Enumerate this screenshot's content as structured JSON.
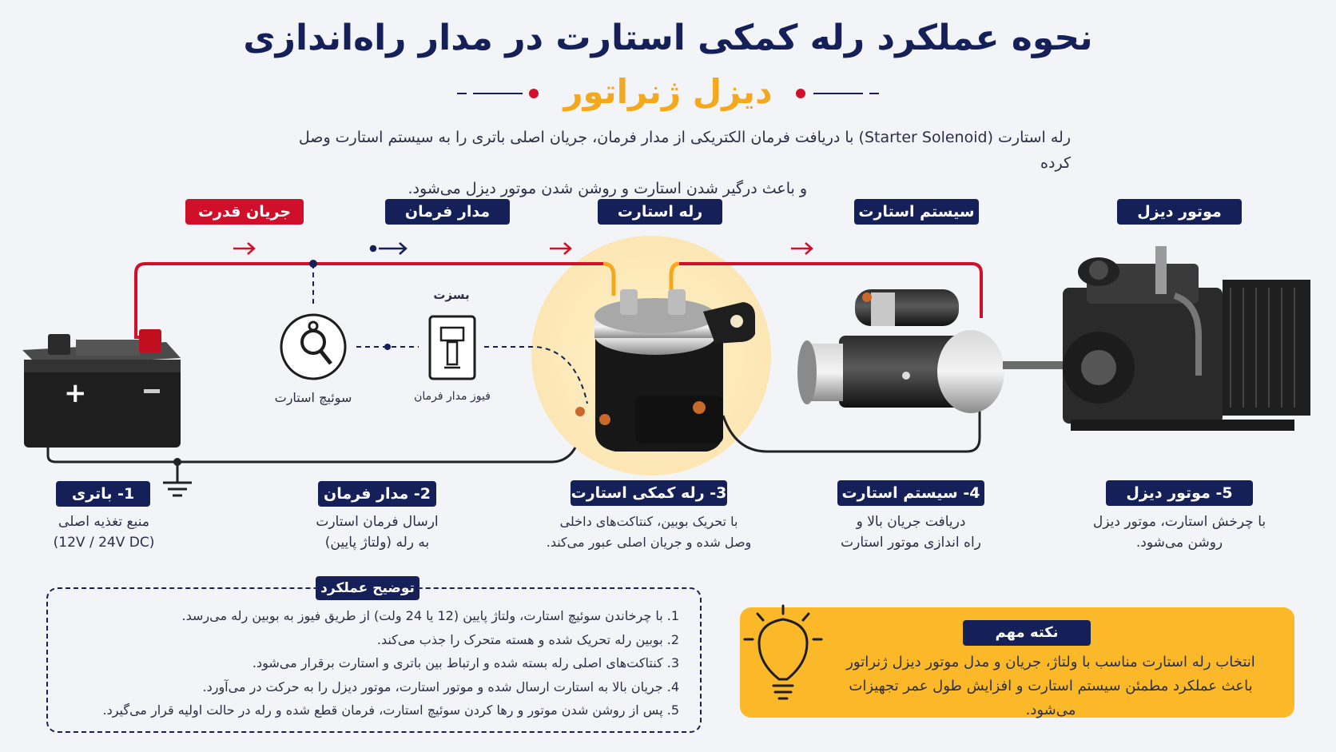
{
  "header": {
    "title": "نحوه عملکرد رله کمکی استارت در مدار راه‌اندازی",
    "subtitle": "دیزل ژنراتور",
    "intro_line1": "رله استارت (Starter Solenoid) با دریافت فرمان الکتریکی از مدار فرمان، جریان اصلی باتری را به سیستم استارت وصل کرده",
    "intro_line2": "و باعث درگیر شدن استارت و روشن شدن موتور دیزل می‌شود."
  },
  "top_labels": {
    "power": "جریان قدرت",
    "control": "مدار فرمان",
    "relay": "رله استارت",
    "starter": "سیستم استارت",
    "engine": "موتور دیزل"
  },
  "diagram": {
    "switch_label": "سوئیچ استارت",
    "fuse_label": "فیوز مدار فرمان",
    "fuse_top": "بسزت"
  },
  "components": [
    {
      "badge": "1- باتری",
      "line1": "منبع تغذیه اصلی",
      "line2": "(12V / 24V DC)"
    },
    {
      "badge": "2- مدار فرمان",
      "line1": "ارسال فرمان استارت",
      "line2": "به رله (ولتاژ پایین)"
    },
    {
      "badge": "3- رله کمکی استارت",
      "line1": "با تحریک بوبین، کنتاکت‌های داخلی",
      "line2": "وصل شده و جریان اصلی عبور می‌کند."
    },
    {
      "badge": "4- سیستم استارت",
      "line1": "دریافت جریان بالا و",
      "line2": "راه اندازی موتور استارت"
    },
    {
      "badge": "5- موتور دیزل",
      "line1": "با چرخش استارت، موتور دیزل",
      "line2": "روشن می‌شود."
    }
  ],
  "explanation": {
    "title": "توضیح عملکرد",
    "steps": [
      "1.  با چرخاندن سوئیچ استارت، ولتاژ پایین (12 یا 24 ولت) از طریق فیوز به بوبین رله می‌رسد.",
      "2.  بوبین رله تحریک شده و هسته متحرک را جذب می‌کند.",
      "3.  کنتاکت‌های اصلی رله بسته شده و ارتباط بین باتری و استارت برقرار می‌شود.",
      "4.  جریان بالا به استارت ارسال شده و موتور استارت، موتور دیزل را به حرکت در می‌آورد.",
      "5.  پس از روشن شدن موتور و رها کردن سوئیچ استارت، فرمان قطع شده و رله در حالت اولیه قرار می‌گیرد."
    ]
  },
  "note": {
    "title": "نکته مهم",
    "line1": "انتخاب رله استارت مناسب با ولتاژ، جریان و مدل موتور دیزل ژنراتور",
    "line2": "باعث عملکرد مطمئن سیستم استارت و افزایش طول عمر تجهیزات می‌شود."
  },
  "colors": {
    "navy": "#152058",
    "red": "#d0102a",
    "gold": "#f4a81d",
    "note_bg": "#fbb92a"
  }
}
